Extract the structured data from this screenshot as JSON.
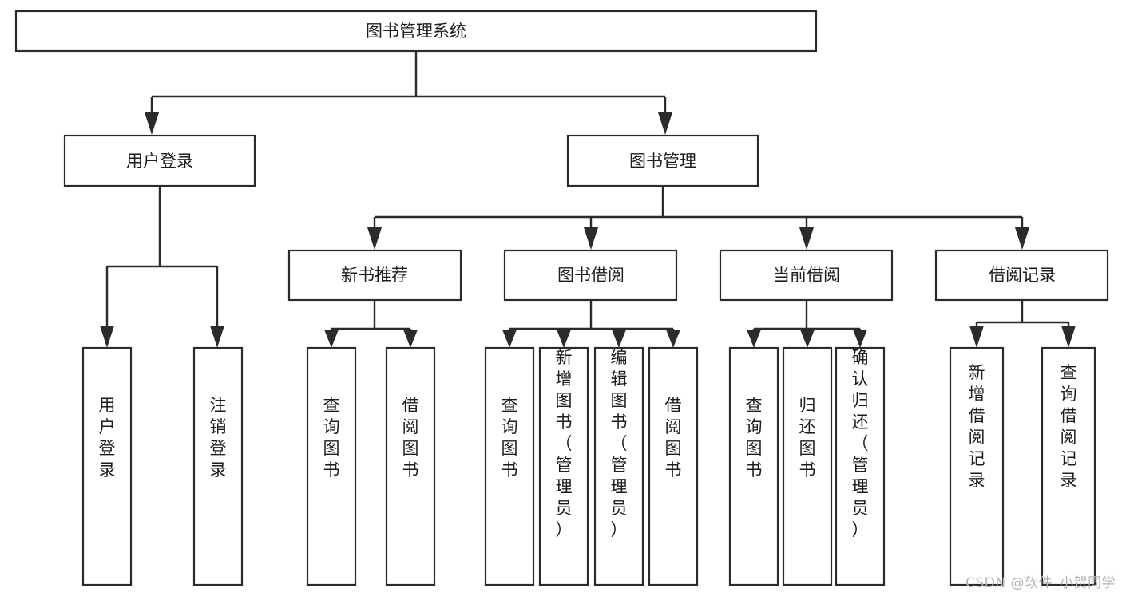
{
  "diagram": {
    "title": "图书管理系统",
    "type": "tree-hierarchy",
    "root": {
      "id": "root",
      "label": "图书管理系统",
      "level": 0
    },
    "level1": [
      {
        "id": "user-login",
        "label": "用户登录"
      },
      {
        "id": "book-management",
        "label": "图书管理"
      }
    ],
    "level2": [
      {
        "id": "new-book-recommend",
        "label": "新书推荐",
        "parent": "book-management"
      },
      {
        "id": "book-borrow",
        "label": "图书借阅",
        "parent": "book-management"
      },
      {
        "id": "current-borrow",
        "label": "当前借阅",
        "parent": "book-management"
      },
      {
        "id": "borrow-record",
        "label": "借阅记录",
        "parent": "book-management"
      }
    ],
    "leaves": {
      "user_login": [
        {
          "id": "leaf-user-login",
          "label": "用户登录"
        },
        {
          "id": "leaf-logout-login",
          "label": "注销登录"
        }
      ],
      "new_book_recommend": [
        {
          "id": "leaf-query-book-1",
          "label": "查询图书"
        },
        {
          "id": "leaf-borrow-book-1",
          "label": "借阅图书"
        }
      ],
      "book_borrow": [
        {
          "id": "leaf-query-book-2",
          "label": "查询图书"
        },
        {
          "id": "leaf-add-book",
          "label": "新增图书（管理员）"
        },
        {
          "id": "leaf-edit-book",
          "label": "编辑图书（管理员）"
        },
        {
          "id": "leaf-borrow-book-2",
          "label": "借阅图书"
        }
      ],
      "current_borrow": [
        {
          "id": "leaf-query-book-3",
          "label": "查询图书"
        },
        {
          "id": "leaf-return-book",
          "label": "归还图书"
        },
        {
          "id": "leaf-confirm-return",
          "label": "确认归还（管理员）"
        }
      ],
      "borrow_record": [
        {
          "id": "leaf-add-record",
          "label": "新增借阅记录"
        },
        {
          "id": "leaf-query-record",
          "label": "查询借阅记录"
        }
      ]
    },
    "colors": {
      "stroke": "#2b2b2b",
      "fill": "#ffffff",
      "text": "#1d1d1d",
      "watermark": "#b4b4b4"
    }
  },
  "watermark": {
    "text": "CSDN @软件_小贺同学"
  }
}
